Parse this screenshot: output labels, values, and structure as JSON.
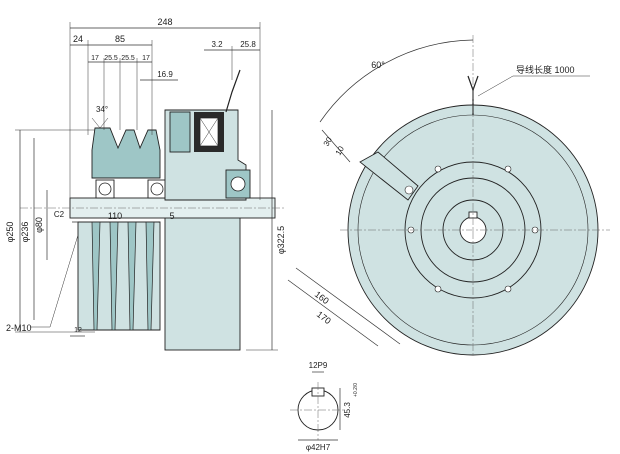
{
  "colors": {
    "body": "#cfe2e2",
    "body_dark": "#9ec6c6",
    "body_light": "#e3efef",
    "line": "#222222",
    "dim": "#333333",
    "accent_dark": "#2a2a2a"
  },
  "dimensions": {
    "overall_length": "248",
    "d24": "24",
    "d85": "85",
    "d17a": "17",
    "d25_5a": "25.5",
    "d25_5b": "25.5",
    "d17b": "17",
    "d16_9": "16.9",
    "d3_2": "3.2",
    "d25_8": "25.8",
    "groove_angle": "34°",
    "chamfer": "C2",
    "d110": "110",
    "d5": "5",
    "d12": "12",
    "dia250": "φ250",
    "dia236": "φ236",
    "dia80": "φ80",
    "dia322_5": "φ322.5",
    "thread": "2-M10"
  },
  "front_view": {
    "lead_length": "导线长度 1000",
    "angle60": "60°",
    "d30": "30",
    "d10": "10",
    "r160": "160",
    "r170": "170"
  },
  "section_view": {
    "key_width": "12P9",
    "key_height": "45.3",
    "key_height_tol": "+0.2/0",
    "bore": "φ42H7"
  }
}
